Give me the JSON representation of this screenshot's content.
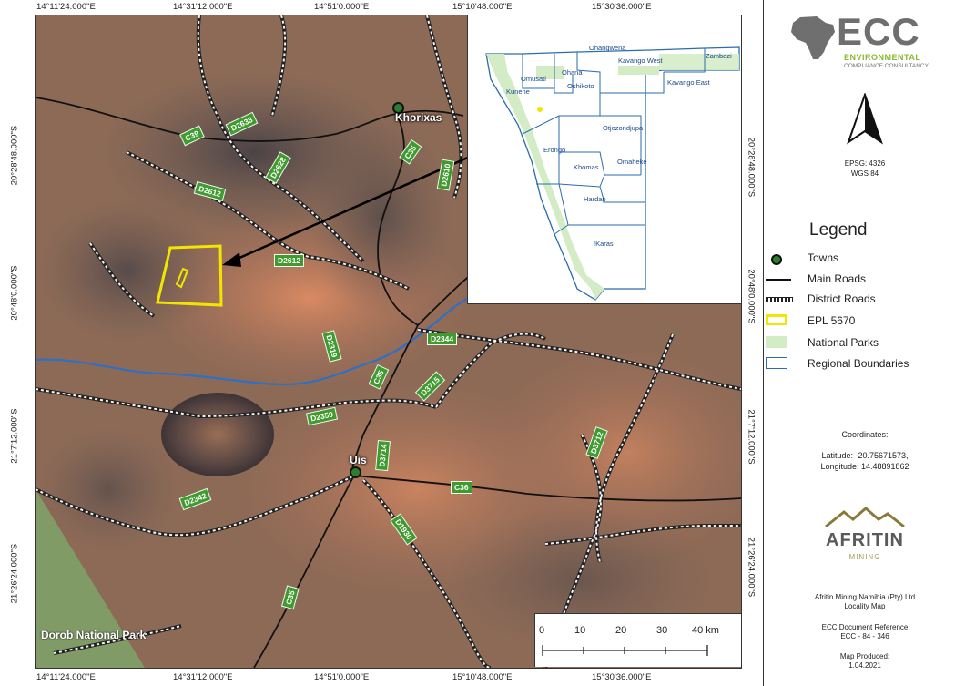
{
  "coords": {
    "top": [
      "14°11'24.000\"E",
      "14°31'12.000\"E",
      "14°51'0.000\"E",
      "15°10'48.000\"E",
      "15°30'36.000\"E"
    ],
    "bottom": [
      "14°11'24.000\"E",
      "14°31'12.000\"E",
      "14°51'0.000\"E",
      "15°10'48.000\"E",
      "15°30'36.000\"E"
    ],
    "left": [
      "20°28'48.000\"S",
      "20°48'0.000\"S",
      "21°7'12.000\"S",
      "21°26'24.000\"S"
    ],
    "right": [
      "20°28'48.000\"S",
      "20°48'0.000\"S",
      "21°7'12.000\"S",
      "21°26'24.000\"S"
    ]
  },
  "towns": {
    "khorixas": "Khorixas",
    "uis": "Uis"
  },
  "roads": {
    "d2633": "D2633",
    "c39": "C39",
    "d2628": "D2628",
    "c35_north": "C35",
    "d2610": "D2610",
    "d2612_upper": "D2612",
    "d2612_lower": "D2612",
    "d2319": "D2319",
    "d2344": "D2344",
    "c35_mid": "C35",
    "d3715": "D3715",
    "d2359": "D2359",
    "d3714": "D3714",
    "d3712": "D3712",
    "c36": "C36",
    "d2342": "D2342",
    "d1930": "D1930",
    "c35_south": "C35"
  },
  "park_label": "Dorob National Park",
  "inset": {
    "regions": [
      "Ohangwena",
      "Omusati",
      "Ohana",
      "Kavango West",
      "Zambezi",
      "Kunene",
      "Oshikoto",
      "Kavango East",
      "Otjozondjupa",
      "Erongo",
      "Omaheke",
      "Khomas",
      "Hardap",
      "!Karas"
    ]
  },
  "scalebar": {
    "labels": [
      "0",
      "10",
      "20",
      "30",
      "40 km"
    ]
  },
  "panel": {
    "logo_main": "ECC",
    "logo_sub1": "ENVIRONMENTAL",
    "logo_sub2": "COMPLIANCE CONSULTANCY",
    "epsg": "EPSG: 4326",
    "wgs": "WGS 84",
    "legend_title": "Legend",
    "legend": {
      "towns": "Towns",
      "main_roads": "Main Roads",
      "district_roads": "District Roads",
      "epl": "EPL 5670",
      "parks": "National Parks",
      "boundaries": "Regional Boundaries"
    },
    "coordinates_title": "Coordinates:",
    "latitude": "Latitude:  -20.75671573,",
    "longitude": "Longitude: 14.48891862",
    "afritin_main": "AFRITIN",
    "afritin_sub": "MINING",
    "company": "Afritin Mining Namibia (Pty) Ltd",
    "map_type": "Locality Map",
    "doc_ref_label": "ECC Document Reference",
    "doc_ref": "ECC - 84 - 346",
    "produced_label": "Map Produced:",
    "produced_date": "1.04.2021"
  },
  "colors": {
    "road_label_bg": "#3f9b2e",
    "river": "#2f6fc4",
    "epl": "#f2e600",
    "park": "#d4ecc6",
    "boundary": "#2a6cae",
    "ecc_green": "#8ab833",
    "ecc_gray": "#6f6f6f"
  }
}
